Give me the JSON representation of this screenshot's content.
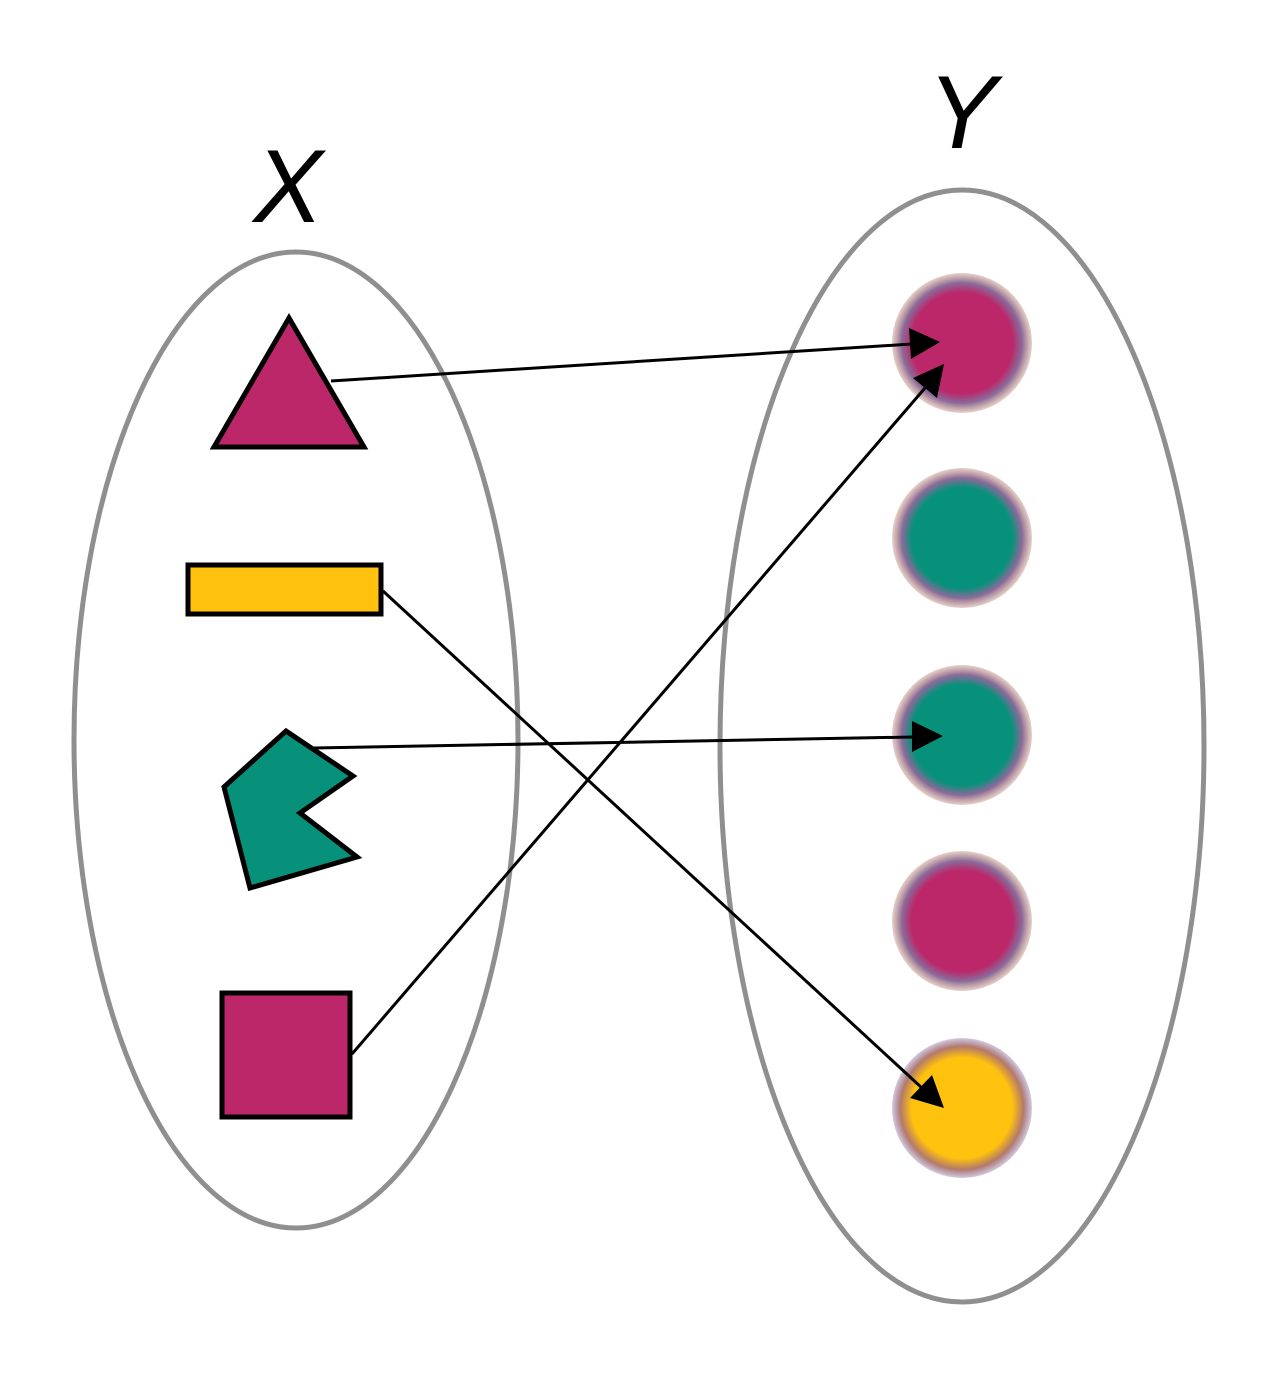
{
  "sets": {
    "domain": {
      "label": "X"
    },
    "codomain": {
      "label": "Y"
    }
  },
  "colors": {
    "set_outline": "#8f8f8f",
    "magenta": "#bb2768",
    "yellow": "#ffc20e",
    "teal": "#07917b",
    "outline": "#000000",
    "arrow": "#000000",
    "halo": "#8a6a9a",
    "halo_warm": "#b47a6a"
  },
  "domain_elements": [
    {
      "id": "triangle",
      "shape": "triangle",
      "color": "magenta"
    },
    {
      "id": "rectangle",
      "shape": "rectangle",
      "color": "yellow"
    },
    {
      "id": "pentagon",
      "shape": "concave-pentagon",
      "color": "teal"
    },
    {
      "id": "square",
      "shape": "square",
      "color": "magenta"
    }
  ],
  "codomain_elements": [
    {
      "id": "circle-1",
      "shape": "circle",
      "color": "magenta"
    },
    {
      "id": "circle-2",
      "shape": "circle",
      "color": "teal"
    },
    {
      "id": "circle-3",
      "shape": "circle",
      "color": "teal"
    },
    {
      "id": "circle-4",
      "shape": "circle",
      "color": "magenta"
    },
    {
      "id": "circle-5",
      "shape": "circle",
      "color": "yellow"
    }
  ],
  "mapping": [
    {
      "from": "triangle",
      "to": "circle-1"
    },
    {
      "from": "rectangle",
      "to": "circle-5"
    },
    {
      "from": "pentagon",
      "to": "circle-3"
    },
    {
      "from": "square",
      "to": "circle-1"
    }
  ]
}
